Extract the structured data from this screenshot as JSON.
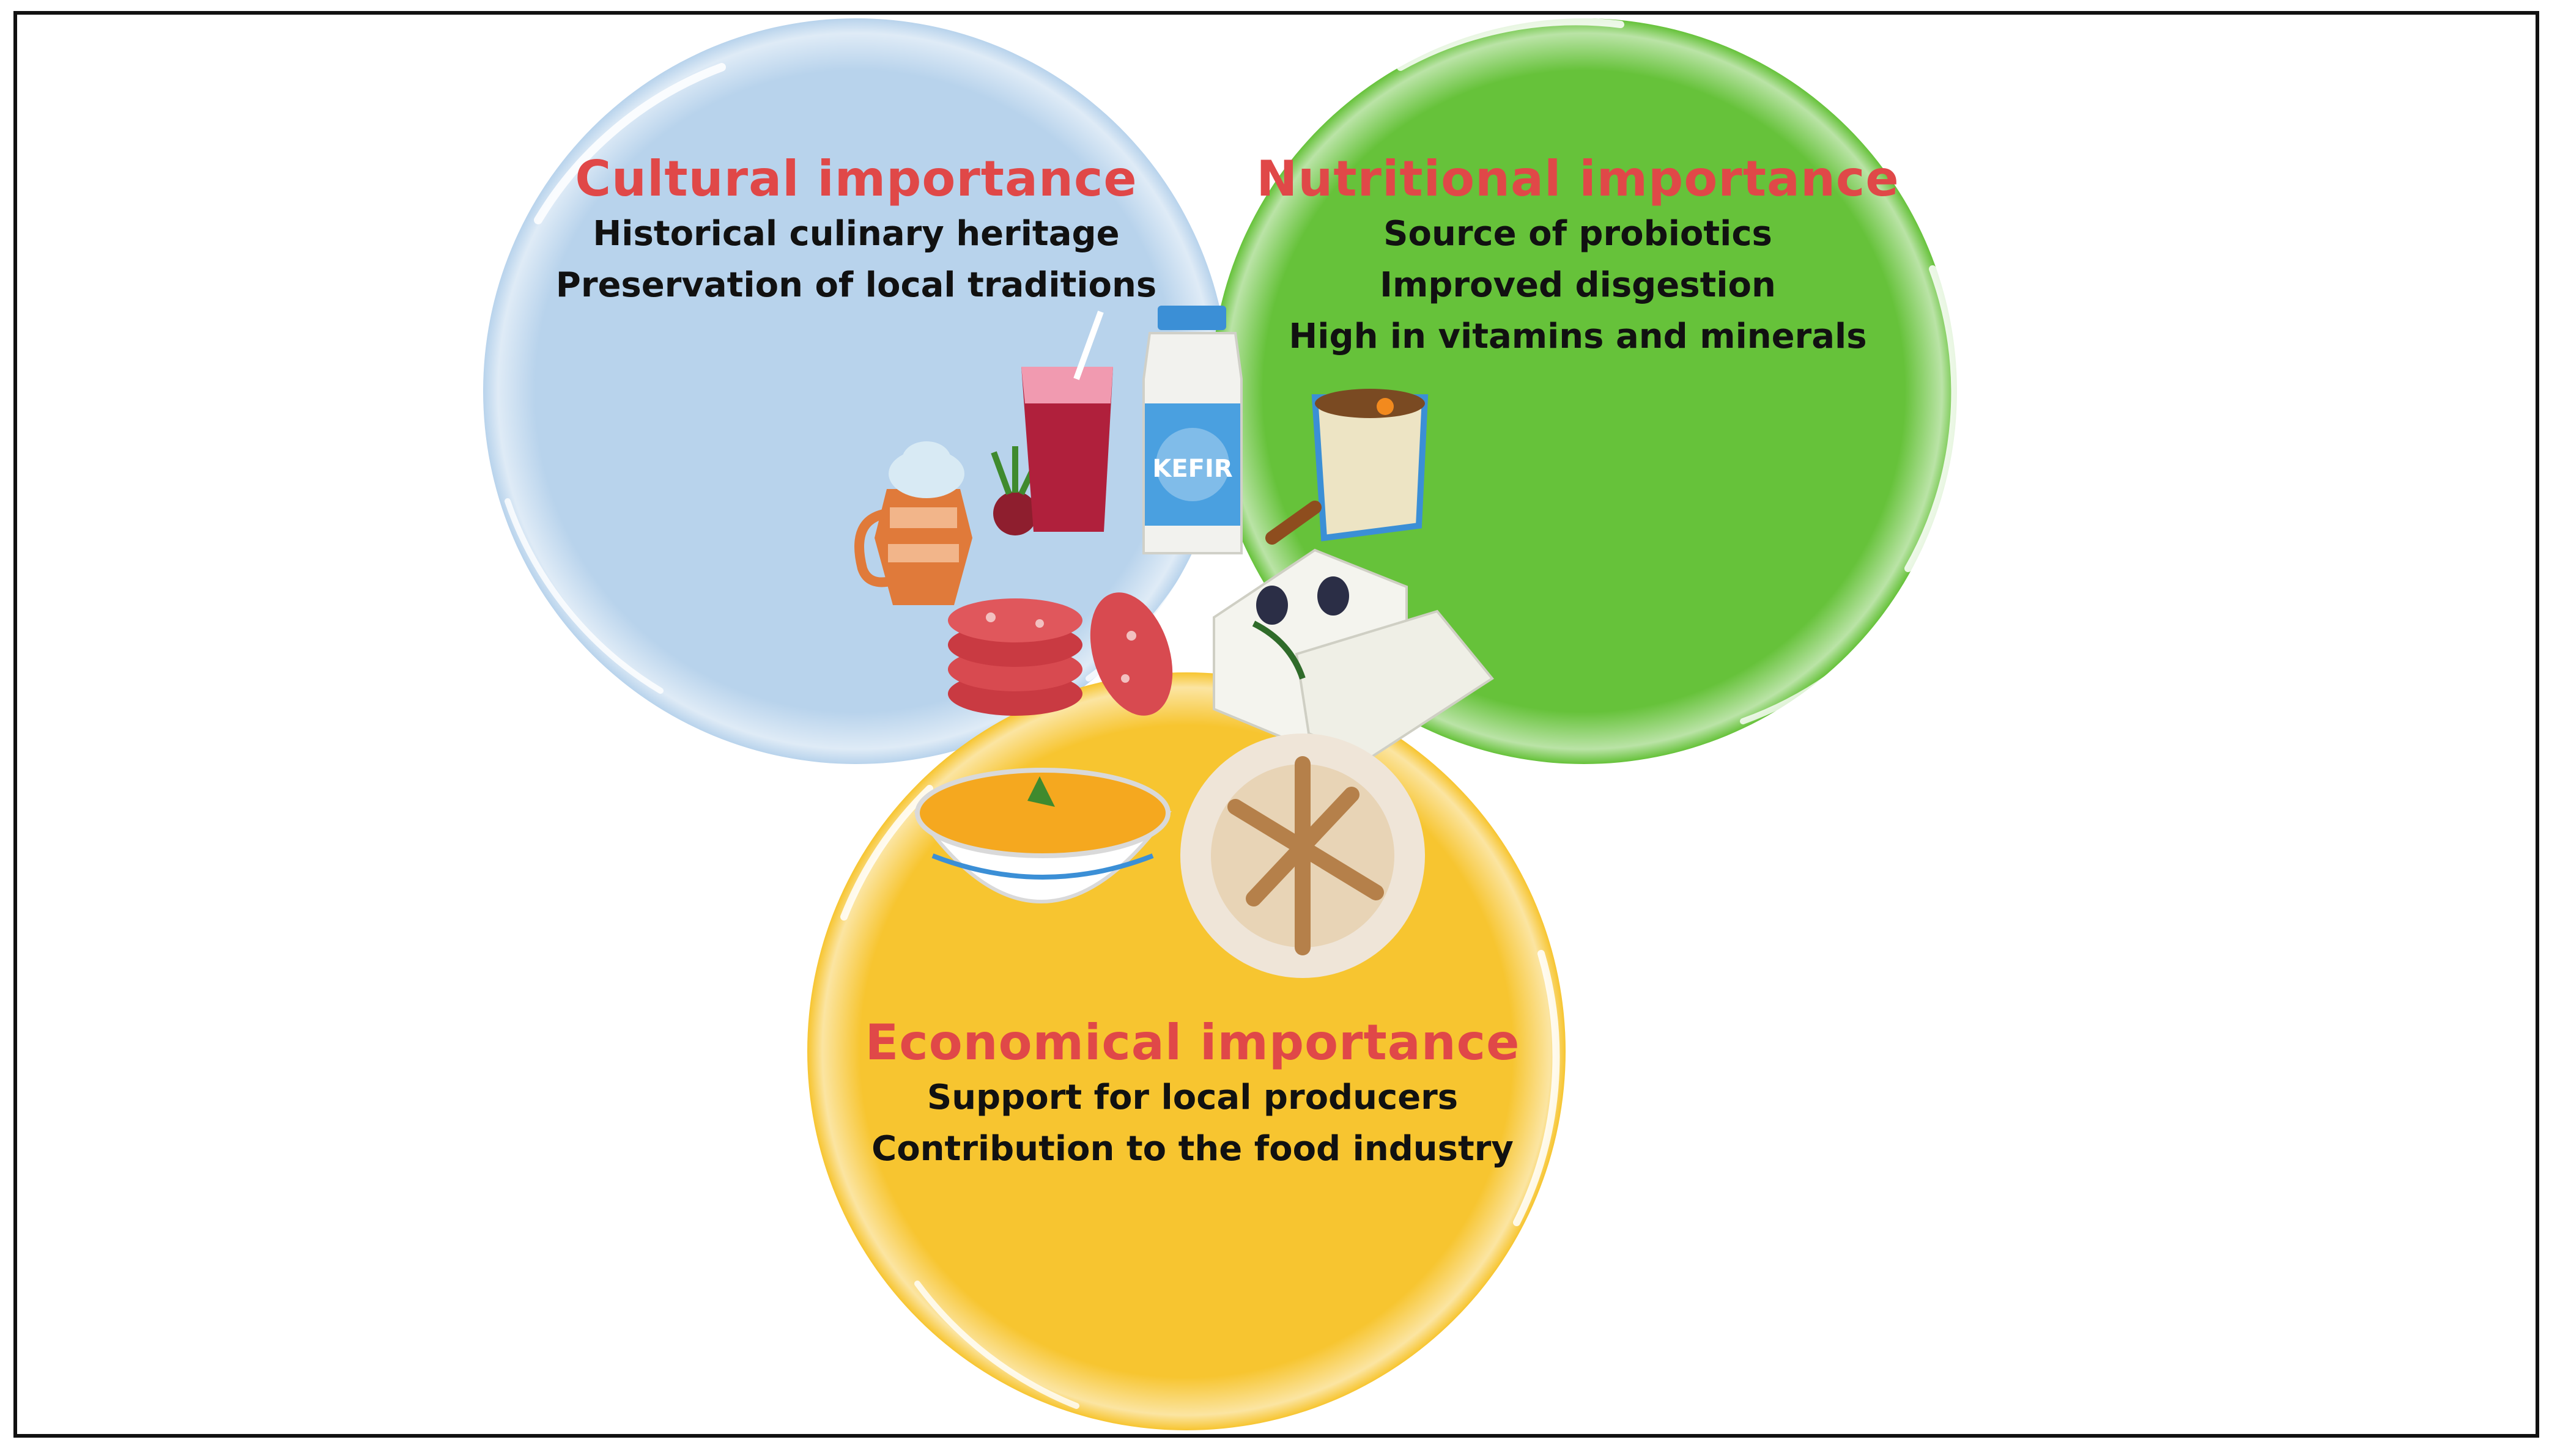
{
  "colors": {
    "cultural_circle": "#b8d3ec",
    "nutritional_circle": "#66c23a",
    "economical_circle": "#f7c530",
    "title_text": "#e04848",
    "item_text": "#111111",
    "frame": "#111111"
  },
  "circles": [
    {
      "id": "cultural",
      "title": "Cultural importance",
      "items": [
        "Historical culinary heritage",
        "Preservation of local traditions"
      ]
    },
    {
      "id": "nutritional",
      "title": "Nutritional importance",
      "items": [
        "Source of probiotics",
        "Improved disgestion",
        "High in vitamins and minerals"
      ]
    },
    {
      "id": "economical",
      "title": "Economical importance",
      "items": [
        "Support for local producers",
        "Contribution to the food industry"
      ]
    }
  ],
  "kefir_label": "KEFIR",
  "food_icons": [
    "coffee-pot-icon",
    "beet-juice-icon",
    "kefir-bottle-icon",
    "yogurt-cup-icon",
    "salami-icon",
    "white-cheese-icon",
    "soup-bowl-icon",
    "pastry-icon"
  ]
}
